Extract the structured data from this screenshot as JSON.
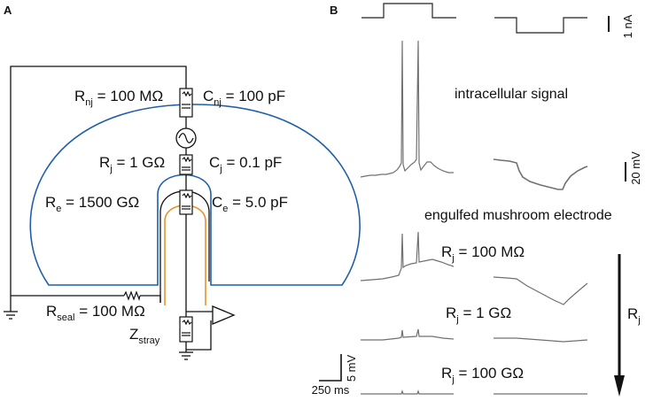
{
  "panels": {
    "a": {
      "letter": "A"
    },
    "b": {
      "letter": "B"
    }
  },
  "panel_a": {
    "rnj": {
      "symbol": "R",
      "sub": "nj",
      "eq": " = ",
      "value": "100 MΩ"
    },
    "cnj": {
      "symbol": "C",
      "sub": "nj",
      "eq": " = ",
      "value": "100 pF"
    },
    "rj": {
      "symbol": "R",
      "sub": "j",
      "eq": " = ",
      "value": "1 GΩ"
    },
    "cj": {
      "symbol": "C",
      "sub": "j",
      "eq": " = ",
      "value": "0.1 pF"
    },
    "re": {
      "symbol": "R",
      "sub": "e",
      "eq": " = ",
      "value": "1500 GΩ"
    },
    "ce": {
      "symbol": "C",
      "sub": "e",
      "eq": " = ",
      "value": "5.0 pF"
    },
    "rseal": {
      "symbol": "R",
      "sub": "seal",
      "eq": " = ",
      "value": "100 MΩ"
    },
    "zstray": {
      "symbol": "Z",
      "sub": "stray"
    }
  },
  "panel_b": {
    "current_scale": "1 nA",
    "intracellular_label": "intracellular signal",
    "intracellular_scale": "20 mV",
    "engulfed_label": "engulfed mushroom electrode",
    "traces": [
      {
        "symbol": "R",
        "sub": "j",
        "eq": " = ",
        "value": "100 MΩ"
      },
      {
        "symbol": "R",
        "sub": "j",
        "eq": " = ",
        "value": "1 GΩ"
      },
      {
        "symbol": "R",
        "sub": "j",
        "eq": " = ",
        "value": "100 GΩ"
      }
    ],
    "scale_bar_voltage": "5 mV",
    "scale_bar_time": "250 ms",
    "arrow": {
      "symbol": "R",
      "sub": "j"
    }
  },
  "colors": {
    "cell_membrane": "#1f5fa8",
    "electrode_insulation": "#e8922a",
    "wire": "#111111",
    "trace": "#707070"
  }
}
